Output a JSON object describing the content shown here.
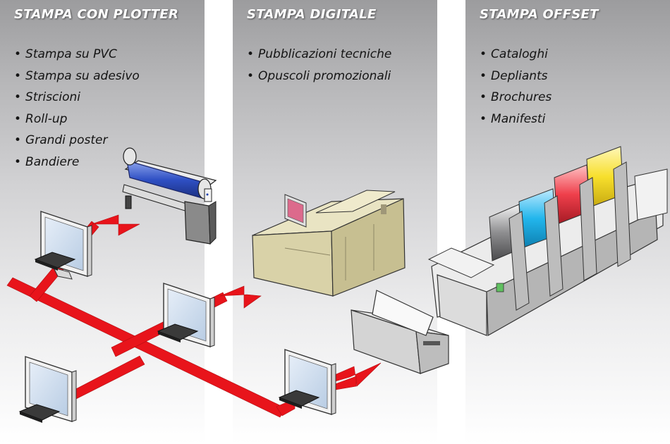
{
  "panels": [
    {
      "title": "STAMPA CON PLOTTER",
      "items": [
        "Stampa su PVC",
        "Stampa su adesivo",
        "Striscioni",
        "Roll-up",
        "Grandi poster",
        "Bandiere"
      ]
    },
    {
      "title": "STAMPA DIGITALE",
      "items": [
        "Pubblicazioni tecniche",
        "Opuscoli promozionali"
      ]
    },
    {
      "title": "STAMPA OFFSET",
      "items": [
        "Cataloghi",
        "Depliants",
        "Brochures",
        "Manifesti"
      ]
    }
  ],
  "bullet": "•",
  "colors": {
    "arrow": "#e8141b",
    "monitor_frame": "#f2f2f2",
    "monitor_screen": "#cbdcee",
    "digital_press": "#d9d2a8",
    "plotter_roll": "#3a5fcf",
    "ink_cyan": "#22b6ec",
    "ink_magenta": "#ef3f4b",
    "ink_yellow": "#f7df2c"
  },
  "icons": [
    "computer-monitor-icon",
    "keyboard-icon",
    "plotter-icon",
    "digital-press-icon",
    "laser-printer-icon",
    "offset-press-icon",
    "network-arrow-icon"
  ]
}
